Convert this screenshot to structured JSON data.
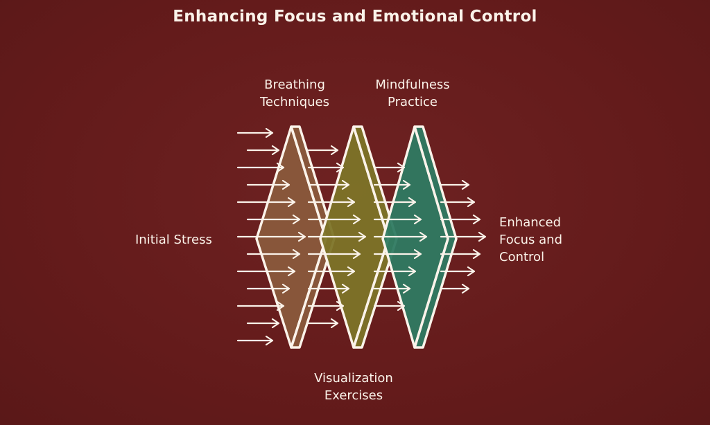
{
  "title": "Enhancing Focus and Emotional Control",
  "labels": {
    "input": "Initial Stress",
    "stage1": "Breathing Techniques",
    "stage2": "Visualization Exercises",
    "stage3": "Mindfulness Practice",
    "output": "Enhanced Focus and Control"
  },
  "label_lines": {
    "stage1": [
      "Breathing",
      "Techniques"
    ],
    "stage2": [
      "Visualization",
      "Exercises"
    ],
    "stage3": [
      "Mindfulness",
      "Practice"
    ],
    "output": [
      "Enhanced",
      "Focus and",
      "Control"
    ]
  },
  "colors": {
    "background": "#6a1e1e",
    "stage1": "#8a5a3c",
    "stage2": "#7d7428",
    "stage3": "#2f7a62",
    "stroke": "#fbf3ea"
  }
}
